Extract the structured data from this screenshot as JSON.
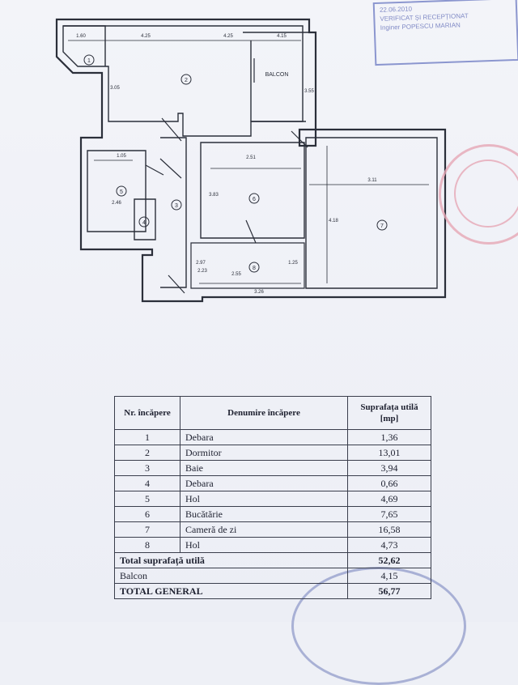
{
  "stamps": {
    "top_lines": [
      "VERIFICAT ȘI RECEPȚIONAT",
      "Inginer POPESCU MARIAN"
    ],
    "top_date": "22.06.2010"
  },
  "plan": {
    "room_numbers": [
      "1",
      "2",
      "3",
      "4",
      "5",
      "6",
      "7",
      "8"
    ],
    "balcony_label": "BALCON",
    "dimensions": [
      "1.60",
      "4.25",
      "4.25",
      "4.15",
      "3.05",
      "2.51",
      "3.11",
      "2.46",
      "1.05",
      "2.55",
      "2.97",
      "3.83",
      "4.18",
      "3.26",
      "2.23",
      "1.25",
      "3.55"
    ]
  },
  "table": {
    "headers": {
      "number": "Nr. încăpere",
      "name": "Denumire încăpere",
      "area": "Suprafața utilă [mp]"
    },
    "rows": [
      {
        "nr": "1",
        "name": "Debara",
        "area": "1,36"
      },
      {
        "nr": "2",
        "name": "Dormitor",
        "area": "13,01"
      },
      {
        "nr": "3",
        "name": "Baie",
        "area": "3,94"
      },
      {
        "nr": "4",
        "name": "Debara",
        "area": "0,66"
      },
      {
        "nr": "5",
        "name": "Hol",
        "area": "4,69"
      },
      {
        "nr": "6",
        "name": "Bucătărie",
        "area": "7,65"
      },
      {
        "nr": "7",
        "name": "Cameră de zi",
        "area": "16,58"
      },
      {
        "nr": "8",
        "name": "Hol",
        "area": "4,73"
      }
    ],
    "total_useful_label": "Total suprafață utilă",
    "total_useful_value": "52,62",
    "balcony_label": "Balcon",
    "balcony_value": "4,15",
    "total_general_label": "TOTAL GENERAL",
    "total_general_value": "56,77"
  },
  "colors": {
    "ink": "#2b2f3a",
    "stamp_blue": "#6d78bd",
    "stamp_red": "#e7a8b6"
  }
}
